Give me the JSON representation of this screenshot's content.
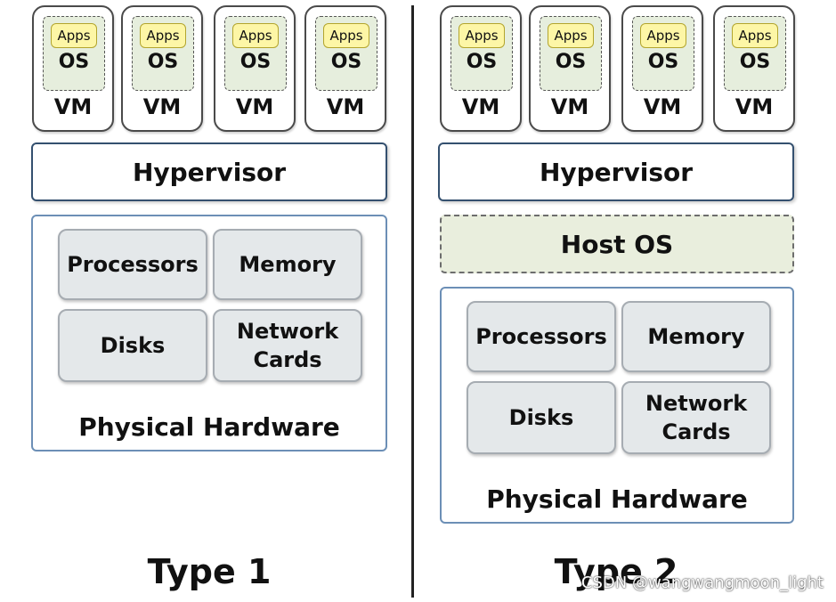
{
  "type1": {
    "vms": [
      {
        "apps": "Apps",
        "os": "OS",
        "vm": "VM"
      },
      {
        "apps": "Apps",
        "os": "OS",
        "vm": "VM"
      },
      {
        "apps": "Apps",
        "os": "OS",
        "vm": "VM"
      },
      {
        "apps": "Apps",
        "os": "OS",
        "vm": "VM"
      }
    ],
    "hypervisor": "Hypervisor",
    "hardware": {
      "processors": "Processors",
      "memory": "Memory",
      "disks": "Disks",
      "network_cards": "Network Cards",
      "title": "Physical Hardware"
    },
    "title": "Type 1"
  },
  "type2": {
    "vms": [
      {
        "apps": "Apps",
        "os": "OS",
        "vm": "VM"
      },
      {
        "apps": "Apps",
        "os": "OS",
        "vm": "VM"
      },
      {
        "apps": "Apps",
        "os": "OS",
        "vm": "VM"
      },
      {
        "apps": "Apps",
        "os": "OS",
        "vm": "VM"
      }
    ],
    "hypervisor": "Hypervisor",
    "host_os": "Host OS",
    "hardware": {
      "processors": "Processors",
      "memory": "Memory",
      "disks": "Disks",
      "network_cards": "Network Cards",
      "title": "Physical Hardware"
    },
    "title": "Type 2"
  },
  "watermark": "CSDN @wangwangmoon_light"
}
